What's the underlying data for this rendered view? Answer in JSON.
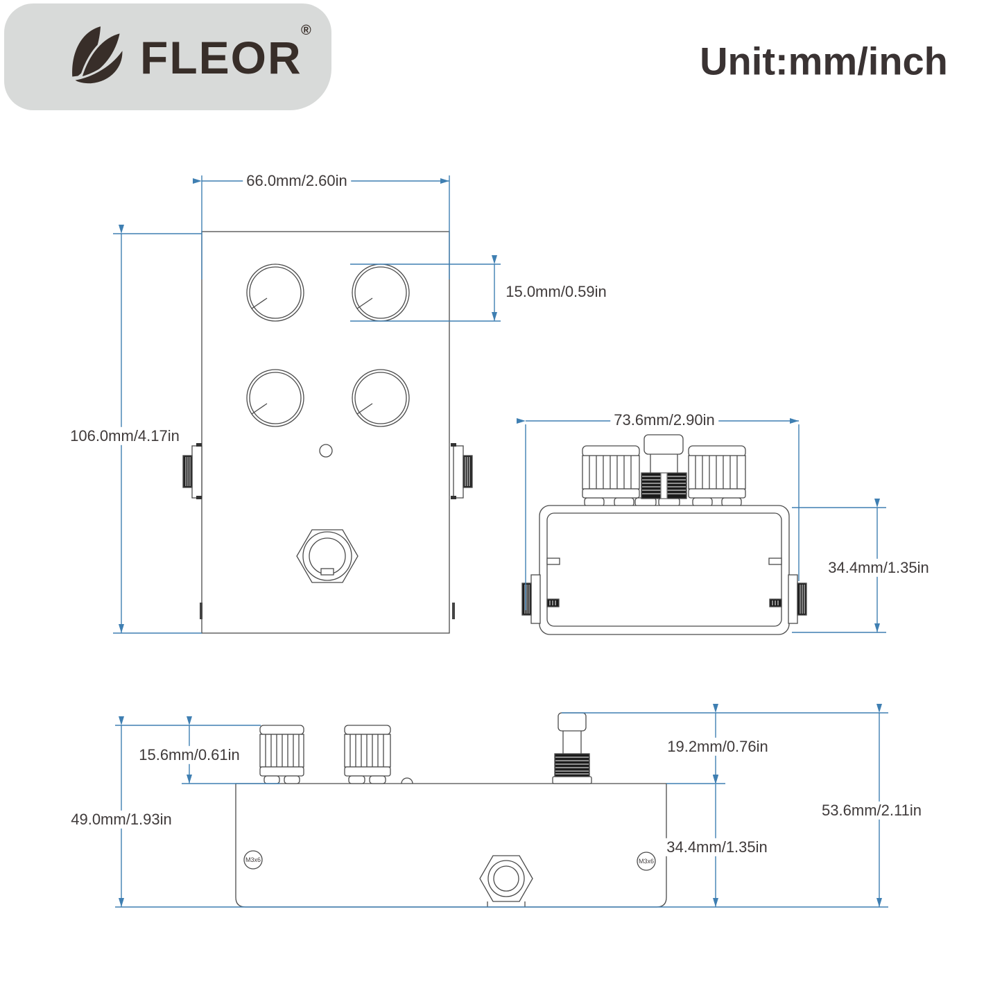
{
  "header": {
    "brand": "FLEOR",
    "registered": "®",
    "unit_label": "Unit:mm/inch"
  },
  "colors": {
    "dimension_blue": "#3f7fb2",
    "line_gray": "#4a4a4a",
    "panel_gray": "#d8dad9",
    "text_dark": "#3f3a3a",
    "hardware_dark": "#1c1c1c"
  },
  "dimensions": {
    "top_width": "66.0mm/2.60in",
    "top_height": "106.0mm/4.17in",
    "knob_diameter": "15.0mm/0.59in",
    "front_width": "73.6mm/2.90in",
    "front_height": "34.4mm/1.35in",
    "side_knob_height": "15.6mm/0.61in",
    "side_total_height": "49.0mm/1.93in",
    "side_switch_height": "19.2mm/0.76in",
    "side_body_height": "34.4mm/1.35in",
    "side_overall_height": "53.6mm/2.11in",
    "screw_label": "M3x6"
  }
}
